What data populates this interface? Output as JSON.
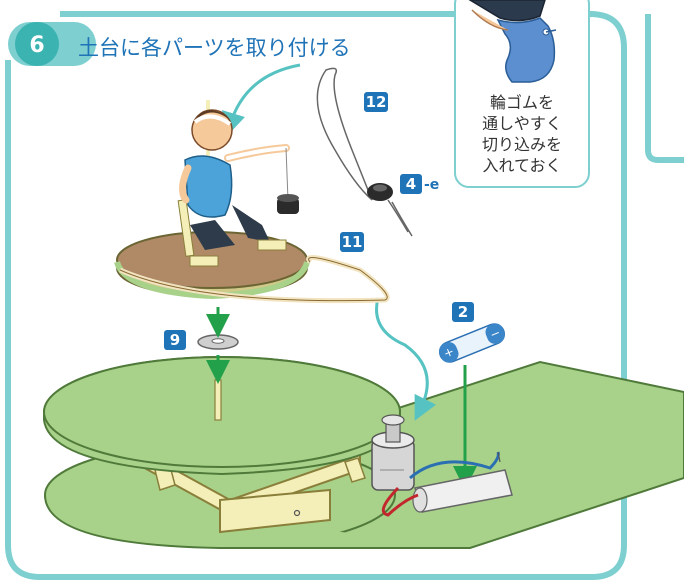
{
  "colors": {
    "frame": "#7dcfd0",
    "badge": "#1f73b7",
    "step_circle": "#3bb3b0",
    "green_disc": "#a8d28a",
    "brown_surface": "#b08a66",
    "wood": "#f4efb8",
    "arrow_green": "#22a14a",
    "arrow_teal": "#56c3c2"
  },
  "step": {
    "number": "6",
    "title": "土台に各パーツを取り付ける"
  },
  "callout": {
    "lines": [
      "輪ゴムを",
      "通しやすく",
      "切り込みを",
      "入れておく"
    ]
  },
  "parts": {
    "p12": "12",
    "p4": "4",
    "p4_suffix": "-e",
    "p11": "11",
    "p2": "2",
    "p9": "9"
  }
}
